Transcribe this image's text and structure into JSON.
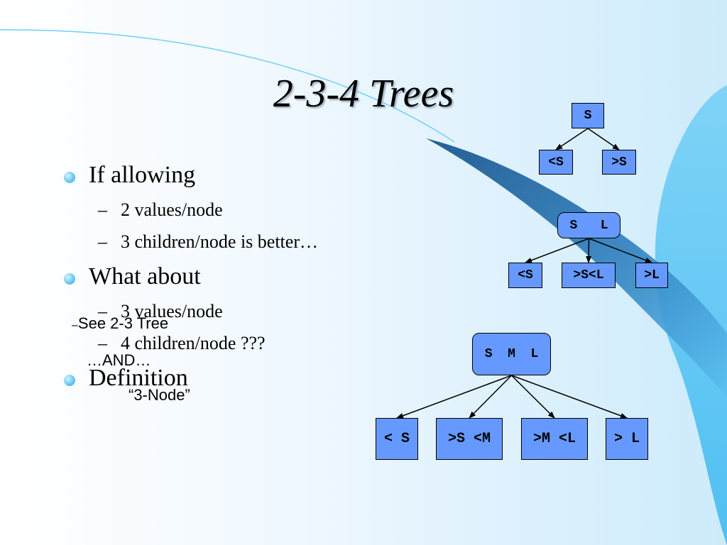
{
  "slide": {
    "title": "2-3-4 Trees",
    "bullets": [
      {
        "label": "If allowing",
        "sub": [
          "2 values/node",
          "3 children/node is better…"
        ]
      },
      {
        "label": "What about",
        "sub": [
          "3 values/node",
          "4 children/node ???"
        ]
      },
      {
        "label": "Definition",
        "sub": []
      }
    ],
    "overlay_notes": {
      "see_prefix": "–",
      "see_text": "See 2-3 Tree",
      "and_text": "…AND…",
      "three_node": "“3-Node”"
    },
    "sub_dash": "–"
  },
  "diagram": {
    "tree1": {
      "root": "S",
      "children": [
        "<S",
        ">S"
      ]
    },
    "tree2": {
      "root": "S   L",
      "children": [
        "<S",
        ">S<L",
        ">L"
      ]
    },
    "tree3": {
      "root": "S  M  L",
      "children": [
        "< S",
        ">S <M",
        ">M <L",
        "> L"
      ]
    }
  },
  "colors": {
    "node_fill": "#6699ff",
    "swoosh_dark": "#2b6aa3",
    "swoosh_light": "#59c4f5",
    "bullet": "#3db3e8"
  }
}
